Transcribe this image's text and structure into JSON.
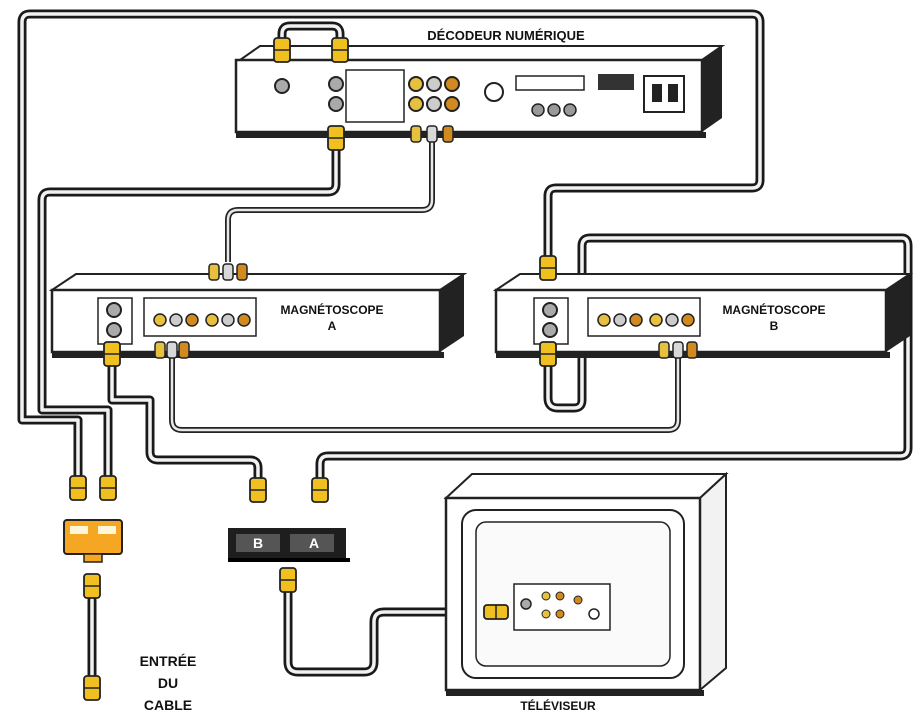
{
  "labels": {
    "decoder": "DÉCODEUR NUMÉRIQUE",
    "vcr_a_line1": "MAGNÉTOSCOPE",
    "vcr_a_line2": "A",
    "vcr_b_line1": "MAGNÉTOSCOPE",
    "vcr_b_line2": "B",
    "cable_line1": "ENTRÉE",
    "cable_line2": "DU",
    "cable_line3": "CABLE",
    "tv": "TÉLÉVISEUR",
    "switch_b": "B",
    "switch_a": "A"
  },
  "colors": {
    "cable": "#1a1a1a",
    "connector_gold": "#f0c020",
    "splitter_orange": "#f5a623",
    "device_face": "#ffffff",
    "device_shadow": "#222222",
    "jack_yellow": "#e8c040",
    "jack_red": "#d08a20",
    "jack_white": "#d8d8d8"
  },
  "icons": {
    "connector": "coax-connector-icon",
    "splitter": "splitter-icon",
    "ab_switch": "ab-switch-icon"
  }
}
